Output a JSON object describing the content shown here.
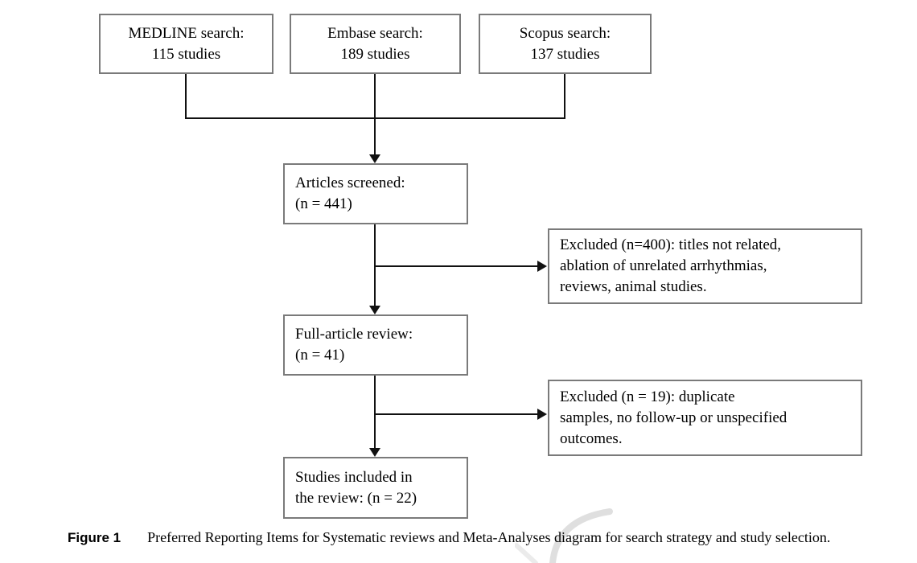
{
  "figure": {
    "caption_label": "Figure 1",
    "caption_text": "Preferred Reporting Items for Systematic reviews and Meta-Analyses diagram for search strategy and study selection."
  },
  "boxes": {
    "medline": {
      "text": "MEDLINE search:\n115 studies"
    },
    "embase": {
      "text": "Embase search:\n189 studies"
    },
    "scopus": {
      "text": "Scopus search:\n137 studies"
    },
    "screened": {
      "text": "Articles screened:\n(n = 441)"
    },
    "excluded1": {
      "text": "Excluded (n=400): titles not related,\nablation of unrelated arrhythmias,\nreviews, animal studies."
    },
    "full_review": {
      "text": "Full-article review:\n(n = 41)"
    },
    "excluded2": {
      "text": "Excluded (n = 19): duplicate\nsamples, no follow-up or unspecified\noutcomes."
    },
    "included": {
      "text": "Studies included in\nthe review: (n = 22)"
    }
  },
  "colors": {
    "box_border": "#7a7a7a",
    "connector_line": "#111111",
    "text": "#000000",
    "watermark": "#d9d9d9"
  }
}
